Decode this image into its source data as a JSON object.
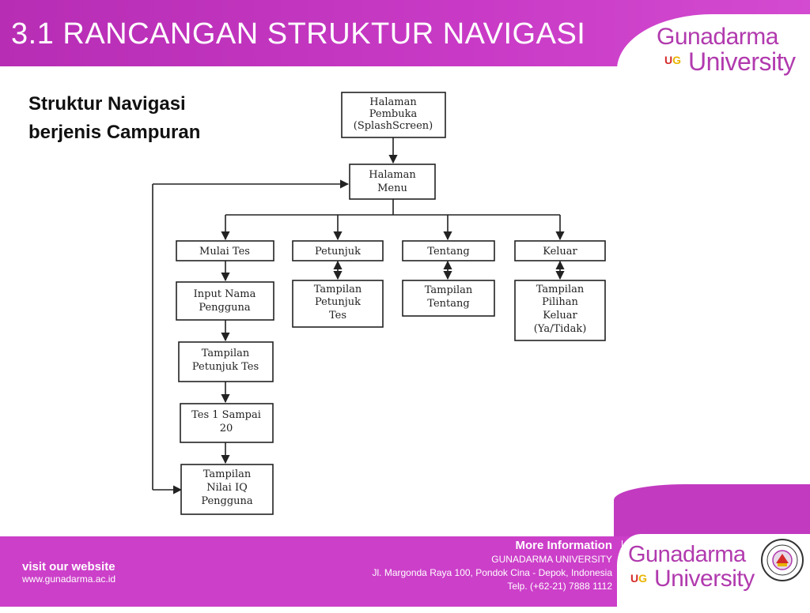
{
  "slide": {
    "title": "3.1  RANCANGAN STRUKTUR NAVIGASI",
    "subtitle_line1": "Struktur Navigasi",
    "subtitle_line2": "berjenis Campuran"
  },
  "logo_top": {
    "line1": "Gunadarma",
    "ug_u": "U",
    "ug_g": "G",
    "line2": "University"
  },
  "diagram": {
    "nodes": {
      "splash": [
        "Halaman",
        "Pembuka",
        "(SplashScreen)"
      ],
      "menu": [
        "Halaman",
        "Menu"
      ],
      "mulai_tes": [
        "Mulai Tes"
      ],
      "petunjuk": [
        "Petunjuk"
      ],
      "tentang": [
        "Tentang"
      ],
      "keluar": [
        "Keluar"
      ],
      "input_nama": [
        "Input Nama",
        "Pengguna"
      ],
      "tampilan_petunjuk_tes_right": [
        "Tampilan",
        "Petunjuk",
        "Tes"
      ],
      "tampilan_tentang": [
        "Tampilan",
        "Tentang"
      ],
      "tampilan_pilihan_keluar": [
        "Tampilan",
        "Pilihan",
        "Keluar",
        "(Ya/Tidak)"
      ],
      "tampilan_petunjuk_tes_left": [
        "Tampilan",
        "Petunjuk Tes"
      ],
      "tes_1_20": [
        "Tes 1 Sampai",
        "20"
      ],
      "tampilan_nilai": [
        "Tampilan",
        "Nilai IQ",
        "Pengguna"
      ]
    }
  },
  "footer": {
    "visit": "visit our website",
    "url": "www.gunadarma.ac.id",
    "more_info": "More Information",
    "university": "GUNADARMA UNIVERSITY",
    "address": "Jl. Margonda Raya 100, Pondok Cina - Depok, Indonesia",
    "phone": "Telp. (+62-21) 7888 1112",
    "logo_line1": "Gunadarma",
    "logo_ug_u": "U",
    "logo_ug_g": "G",
    "logo_line2": "University"
  },
  "colors": {
    "brand_magenta": "#c93bc6",
    "logo_purple": "#b13aae",
    "ug_red": "#d42a2a",
    "ug_yellow": "#e8b400"
  }
}
